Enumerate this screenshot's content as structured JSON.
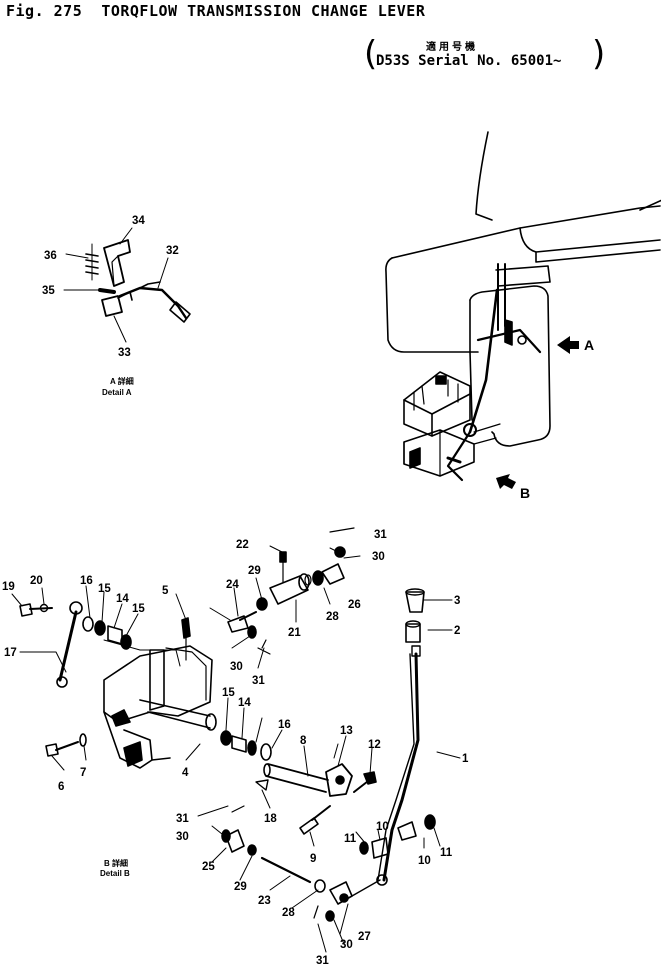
{
  "header": {
    "fig_number": "Fig. 275",
    "title": "TORQFLOW TRANSMISSION CHANGE LEVER"
  },
  "applicability": {
    "jp_label": "適用号機",
    "serial": "D53S Serial No. 65001~"
  },
  "callouts": {
    "arrow_a": "A",
    "arrow_b": "B"
  },
  "detail_a": {
    "caption_jp": "A 詳細",
    "caption_en": "Detail A",
    "labels": [
      "34",
      "36",
      "32",
      "35",
      "33"
    ]
  },
  "detail_b": {
    "caption_jp": "B 詳細",
    "caption_en": "Detail B",
    "labels": [
      "1",
      "2",
      "3",
      "4",
      "5",
      "6",
      "7",
      "8",
      "9",
      "10",
      "10",
      "11",
      "11",
      "12",
      "13",
      "14",
      "14",
      "15",
      "15",
      "15",
      "16",
      "16",
      "17",
      "18",
      "19",
      "20",
      "21",
      "22",
      "23",
      "24",
      "25",
      "26",
      "27",
      "28",
      "28",
      "29",
      "29",
      "30",
      "30",
      "30",
      "30",
      "31",
      "31",
      "31",
      "31"
    ]
  }
}
